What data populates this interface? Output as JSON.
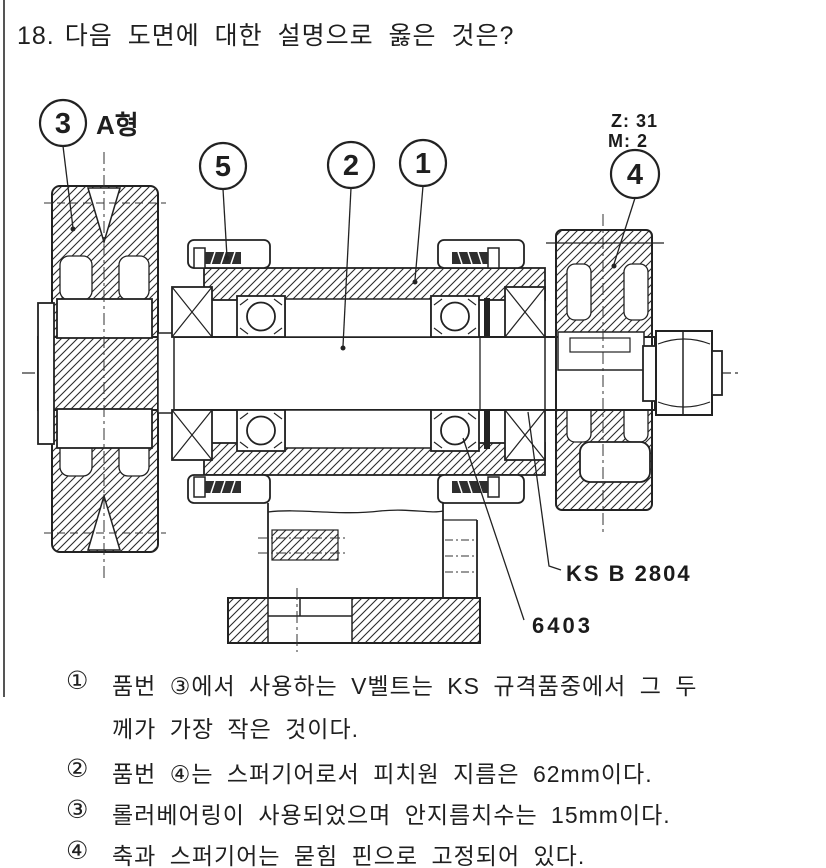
{
  "question": {
    "number_label": "18.",
    "title": "다음 도면에 대한 설명으로 옳은 것은?"
  },
  "figure": {
    "balloons": [
      {
        "num": "3",
        "suffix": "A형"
      },
      {
        "num": "5"
      },
      {
        "num": "2"
      },
      {
        "num": "1"
      },
      {
        "num": "4"
      }
    ],
    "gear_spec": {
      "teeth": "Z: 31",
      "module": "M: 2"
    },
    "labels": {
      "retaining_ring": "KS B 2804",
      "bearing": "6403"
    }
  },
  "options": [
    {
      "num": "①",
      "lines": [
        "품번 ③에서 사용하는 V벨트는 KS 규격품중에서 그 두",
        "께가 가장 작은 것이다."
      ]
    },
    {
      "num": "②",
      "lines": [
        "품번 ④는 스퍼기어로서 피치원 지름은 62mm이다."
      ]
    },
    {
      "num": "③",
      "lines": [
        "롤러베어링이 사용되었으며 안지름치수는 15mm이다."
      ]
    },
    {
      "num": "④",
      "lines": [
        "축과 스퍼기어는 묻힘 핀으로 고정되어 있다."
      ]
    }
  ],
  "colors": {
    "ink": "#1f1f1f",
    "paper": "#ffffff"
  }
}
